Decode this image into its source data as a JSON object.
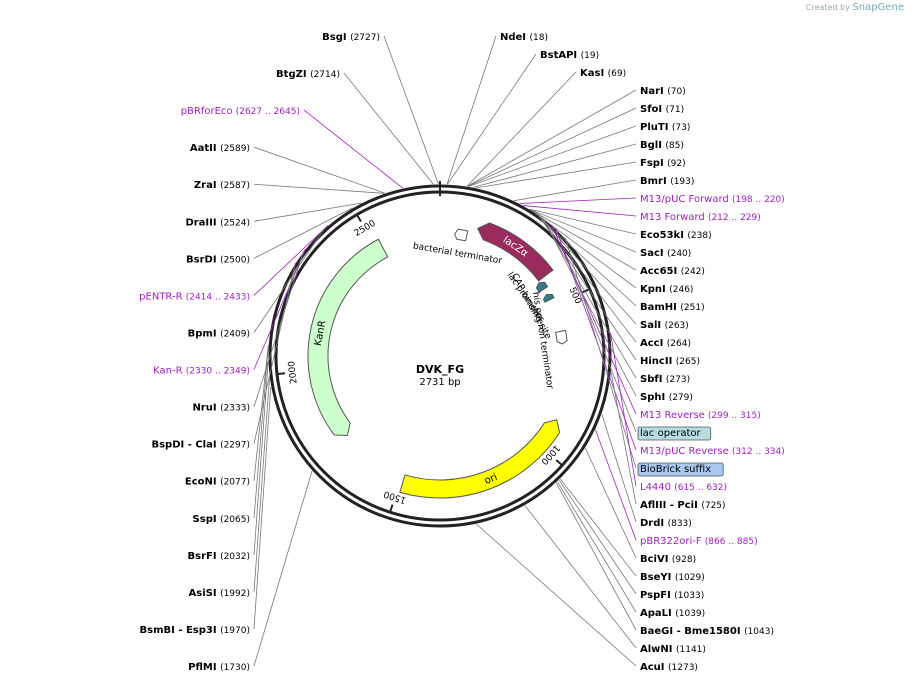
{
  "credit": {
    "prefix": "Created by",
    "brand": "SnapGene"
  },
  "plasmid": {
    "name": "DVK_FG",
    "length": "2731 bp"
  },
  "ticks": [
    {
      "bp": 500,
      "label": "500"
    },
    {
      "bp": 1000,
      "label": "1000"
    },
    {
      "bp": 1500,
      "label": "1500"
    },
    {
      "bp": 2000,
      "label": "2000"
    },
    {
      "bp": 2500,
      "label": "2500"
    }
  ],
  "features": [
    {
      "name": "lacZα",
      "start": 125,
      "end": 400,
      "strand": -1,
      "color": "#9b2a5e",
      "text_color": "#ffffff"
    },
    {
      "name": "ori",
      "start": 900,
      "end": 1490,
      "strand": -1,
      "color": "#ffff00",
      "text_color": "#000000"
    },
    {
      "name": "KanR",
      "start": 1740,
      "end": 2520,
      "strand": -1,
      "color": "#ccffcc",
      "text_color": "#000000"
    },
    {
      "name": "lac promoter",
      "start": 406,
      "end": 434,
      "strand": -1,
      "color": "#2f7d8a",
      "text_color": "#000000"
    },
    {
      "name": "CAP binding site",
      "start": 455,
      "end": 477,
      "strand": -1,
      "color": "#2f7d8a",
      "text_color": "#000000"
    },
    {
      "name": "his operon terminator",
      "start": 595,
      "end": 640,
      "strand": 1,
      "color": "#ffffff",
      "text_color": "#000000"
    },
    {
      "name": "bacterial terminator",
      "start": 52,
      "end": 95,
      "strand": -1,
      "color": "#ffffff",
      "text_color": "#000000"
    }
  ],
  "sites": [
    {
      "name": "NdeI",
      "pos": "(18)",
      "bp": 18
    },
    {
      "name": "BstAPI",
      "pos": "(19)",
      "bp": 19
    },
    {
      "name": "KasI",
      "pos": "(69)",
      "bp": 69
    },
    {
      "name": "NarI",
      "pos": "(70)",
      "bp": 70
    },
    {
      "name": "SfoI",
      "pos": "(71)",
      "bp": 71
    },
    {
      "name": "PluTI",
      "pos": "(73)",
      "bp": 73
    },
    {
      "name": "BglI",
      "pos": "(85)",
      "bp": 85
    },
    {
      "name": "FspI",
      "pos": "(92)",
      "bp": 92
    },
    {
      "name": "BmrI",
      "pos": "(193)",
      "bp": 193
    },
    {
      "name": "M13/pUC Forward",
      "pos": "(198 .. 220)",
      "bp": 209,
      "primer": true
    },
    {
      "name": "M13 Forward",
      "pos": "(212 .. 229)",
      "bp": 220,
      "primer": true
    },
    {
      "name": "Eco53kI",
      "pos": "(238)",
      "bp": 238
    },
    {
      "name": "SacI",
      "pos": "(240)",
      "bp": 240
    },
    {
      "name": "Acc65I",
      "pos": "(242)",
      "bp": 242
    },
    {
      "name": "KpnI",
      "pos": "(246)",
      "bp": 246
    },
    {
      "name": "BamHI",
      "pos": "(251)",
      "bp": 251
    },
    {
      "name": "SalI",
      "pos": "(263)",
      "bp": 263
    },
    {
      "name": "AccI",
      "pos": "(264)",
      "bp": 264
    },
    {
      "name": "HincII",
      "pos": "(265)",
      "bp": 265
    },
    {
      "name": "SbfI",
      "pos": "(273)",
      "bp": 273
    },
    {
      "name": "SphI",
      "pos": "(279)",
      "bp": 279
    },
    {
      "name": "M13 Reverse",
      "pos": "(299 .. 315)",
      "bp": 307,
      "primer": true
    },
    {
      "name": "lac operator",
      "pos": "",
      "bp": 320,
      "box": "#b7dde3"
    },
    {
      "name": "M13/pUC Reverse",
      "pos": "(312 .. 334)",
      "bp": 323,
      "primer": true
    },
    {
      "name": "BioBrick suffix",
      "pos": "",
      "bp": 355,
      "box": "#a9c8f0"
    },
    {
      "name": "L4440",
      "pos": "(615 .. 632)",
      "bp": 623,
      "primer": true
    },
    {
      "name": "AflIII - PciI",
      "pos": "(725)",
      "bp": 725
    },
    {
      "name": "DrdI",
      "pos": "(833)",
      "bp": 833
    },
    {
      "name": "pBR322ori-F",
      "pos": "(866 .. 885)",
      "bp": 875,
      "primer": true
    },
    {
      "name": "BciVI",
      "pos": "(928)",
      "bp": 928
    },
    {
      "name": "BseYI",
      "pos": "(1029)",
      "bp": 1029
    },
    {
      "name": "PspFI",
      "pos": "(1033)",
      "bp": 1033
    },
    {
      "name": "ApaLI",
      "pos": "(1039)",
      "bp": 1039
    },
    {
      "name": "BaeGI - Bme1580I",
      "pos": "(1043)",
      "bp": 1043
    },
    {
      "name": "AlwNI",
      "pos": "(1141)",
      "bp": 1141
    },
    {
      "name": "AcuI",
      "pos": "(1273)",
      "bp": 1273
    },
    {
      "name": "PflMI",
      "pos": "(1730)",
      "bp": 1730
    },
    {
      "name": "BsmBI - Esp3I",
      "pos": "(1970)",
      "bp": 1970
    },
    {
      "name": "AsiSI",
      "pos": "(1992)",
      "bp": 1992
    },
    {
      "name": "BsrFI",
      "pos": "(2032)",
      "bp": 2032
    },
    {
      "name": "SspI",
      "pos": "(2065)",
      "bp": 2065
    },
    {
      "name": "EcoNI",
      "pos": "(2077)",
      "bp": 2077
    },
    {
      "name": "BspDI - ClaI",
      "pos": "(2297)",
      "bp": 2297
    },
    {
      "name": "Kan-R",
      "pos": "(2330 .. 2349)",
      "bp": 2340,
      "primer": true
    },
    {
      "name": "NruI",
      "pos": "(2333)",
      "bp": 2333
    },
    {
      "name": "BpmI",
      "pos": "(2409)",
      "bp": 2409
    },
    {
      "name": "pENTR-R",
      "pos": "(2414 .. 2433)",
      "bp": 2424,
      "primer": true
    },
    {
      "name": "BsrDI",
      "pos": "(2500)",
      "bp": 2500
    },
    {
      "name": "DraIII",
      "pos": "(2524)",
      "bp": 2524
    },
    {
      "name": "ZraI",
      "pos": "(2587)",
      "bp": 2587
    },
    {
      "name": "AatII",
      "pos": "(2589)",
      "bp": 2589
    },
    {
      "name": "pBRforEco",
      "pos": "(2627 .. 2645)",
      "bp": 2636,
      "primer": true
    },
    {
      "name": "BtgZI",
      "pos": "(2714)",
      "bp": 2714
    },
    {
      "name": "BsgI",
      "pos": "(2727)",
      "bp": 2727
    }
  ]
}
